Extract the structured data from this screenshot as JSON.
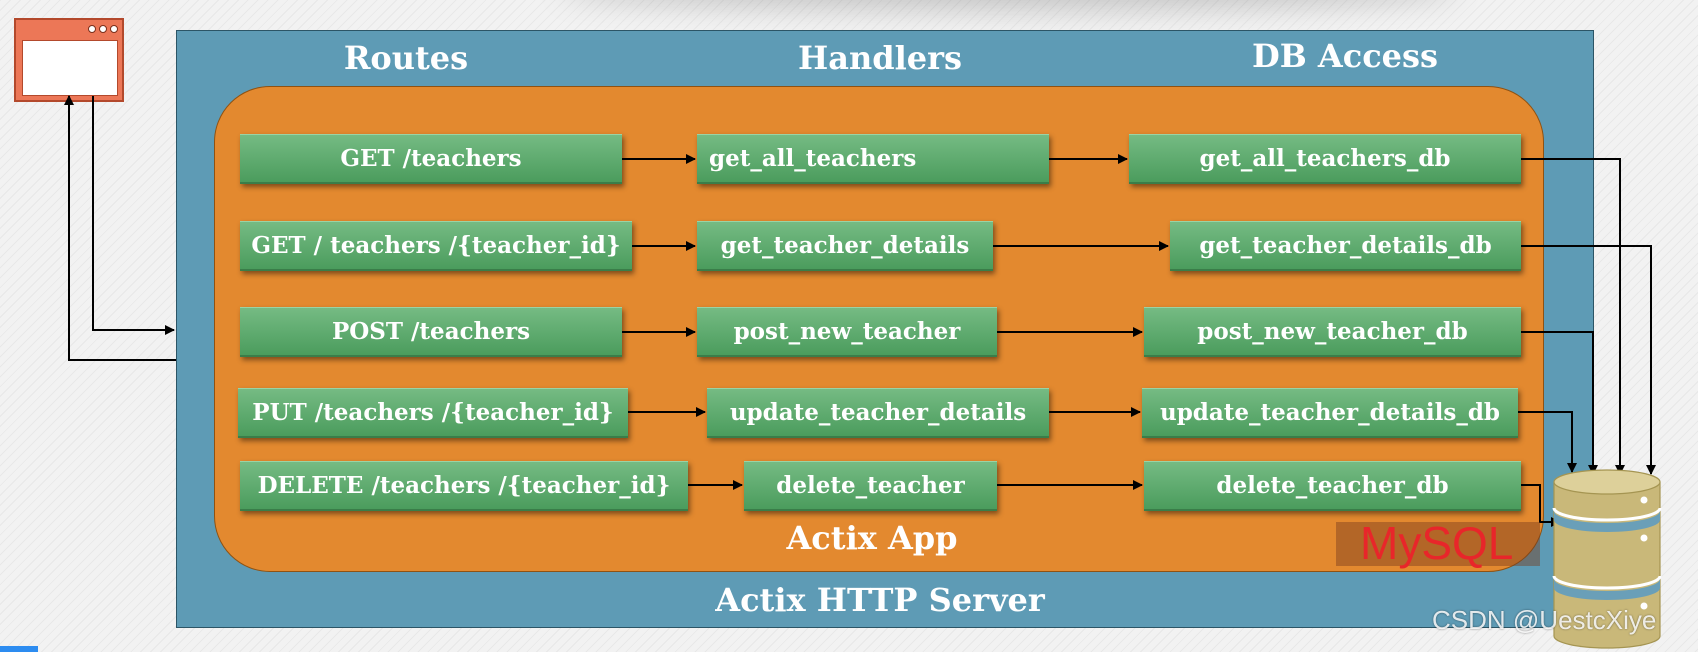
{
  "columns": {
    "routes": "Routes",
    "handlers": "Handlers",
    "db_access": "DB Access"
  },
  "app_label": "Actix App",
  "server_label": "Actix HTTP Server",
  "rows": [
    {
      "route": "GET /teachers",
      "handler": "get_all_teachers",
      "db": "get_all_teachers_db"
    },
    {
      "route": "GET / teachers /{teacher_id}",
      "handler": "get_teacher_details",
      "db": "get_teacher_details_db"
    },
    {
      "route": "POST /teachers",
      "handler": "post_new_teacher",
      "db": "post_new_teacher_db"
    },
    {
      "route": "PUT /teachers /{teacher_id}",
      "handler": "update_teacher_details",
      "db": "update_teacher_details_db"
    },
    {
      "route": "DELETE /teachers /{teacher_id}",
      "handler": "delete_teacher",
      "db": "delete_teacher_db"
    }
  ],
  "database_label": "MySQL",
  "watermark": "CSDN @UestcXiye",
  "colors": {
    "server": "#5e9bb5",
    "app": "#e3892f",
    "box": "#5aa96c",
    "browser": "#ec7757",
    "database": "#c9b879",
    "db_band": "#6a9fb8",
    "mysql_text": "#e8262a"
  },
  "icons": {
    "client": "browser-window-icon",
    "database": "database-cylinder-icon"
  }
}
